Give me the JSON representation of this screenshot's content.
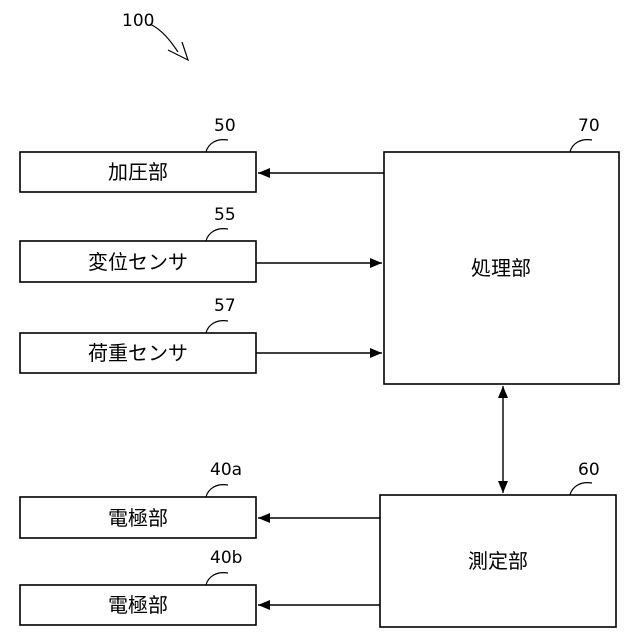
{
  "figure_ref": "100",
  "blocks": {
    "pressurizing": {
      "ref": "50",
      "label": "加圧部"
    },
    "displacement": {
      "ref": "55",
      "label": "変位センサ"
    },
    "load": {
      "ref": "57",
      "label": "荷重センサ"
    },
    "processing": {
      "ref": "70",
      "label": "処理部"
    },
    "measuring": {
      "ref": "60",
      "label": "測定部"
    },
    "electrode_a": {
      "ref": "40a",
      "label": "電極部"
    },
    "electrode_b": {
      "ref": "40b",
      "label": "電極部"
    }
  },
  "colors": {
    "line": "#000000",
    "background": "#ffffff"
  }
}
